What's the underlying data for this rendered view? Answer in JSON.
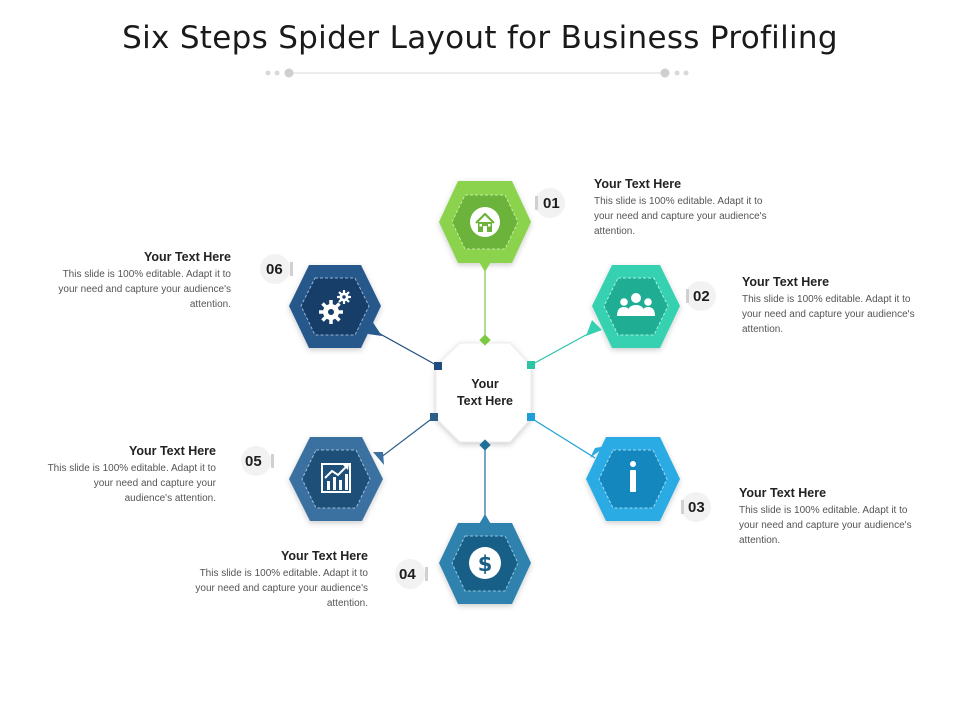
{
  "title": "Six Steps Spider Layout for Business Profiling",
  "center": {
    "label": "Your\nText Here"
  },
  "colors": {
    "s01": "#7ac943",
    "s02": "#2ec4a6",
    "s03": "#1d9ed9",
    "s04": "#1e6e98",
    "s05": "#2b5f8a",
    "s06": "#1f4d7f"
  },
  "steps": [
    {
      "num": "01",
      "icon": "house-icon",
      "heading": "Your Text Here",
      "body": "This slide is 100% editable. Adapt it to your need and capture your audience's attention."
    },
    {
      "num": "02",
      "icon": "team-icon",
      "heading": "Your Text Here",
      "body": "This slide is 100% editable. Adapt it to your need and capture your audience's attention."
    },
    {
      "num": "03",
      "icon": "info-icon",
      "heading": "Your Text Here",
      "body": "This slide is 100% editable. Adapt it to your need and capture your audience's attention."
    },
    {
      "num": "04",
      "icon": "dollar-icon",
      "heading": "Your Text Here",
      "body": "This slide is 100% editable. Adapt it to your need and capture your audience's attention."
    },
    {
      "num": "05",
      "icon": "growth-chart-icon",
      "heading": "Your Text Here",
      "body": "This slide is 100% editable. Adapt it to your need and capture your audience's attention."
    },
    {
      "num": "06",
      "icon": "gears-icon",
      "heading": "Your Text Here",
      "body": "This slide is 100% editable. Adapt it to your need and capture your audience's attention."
    }
  ]
}
